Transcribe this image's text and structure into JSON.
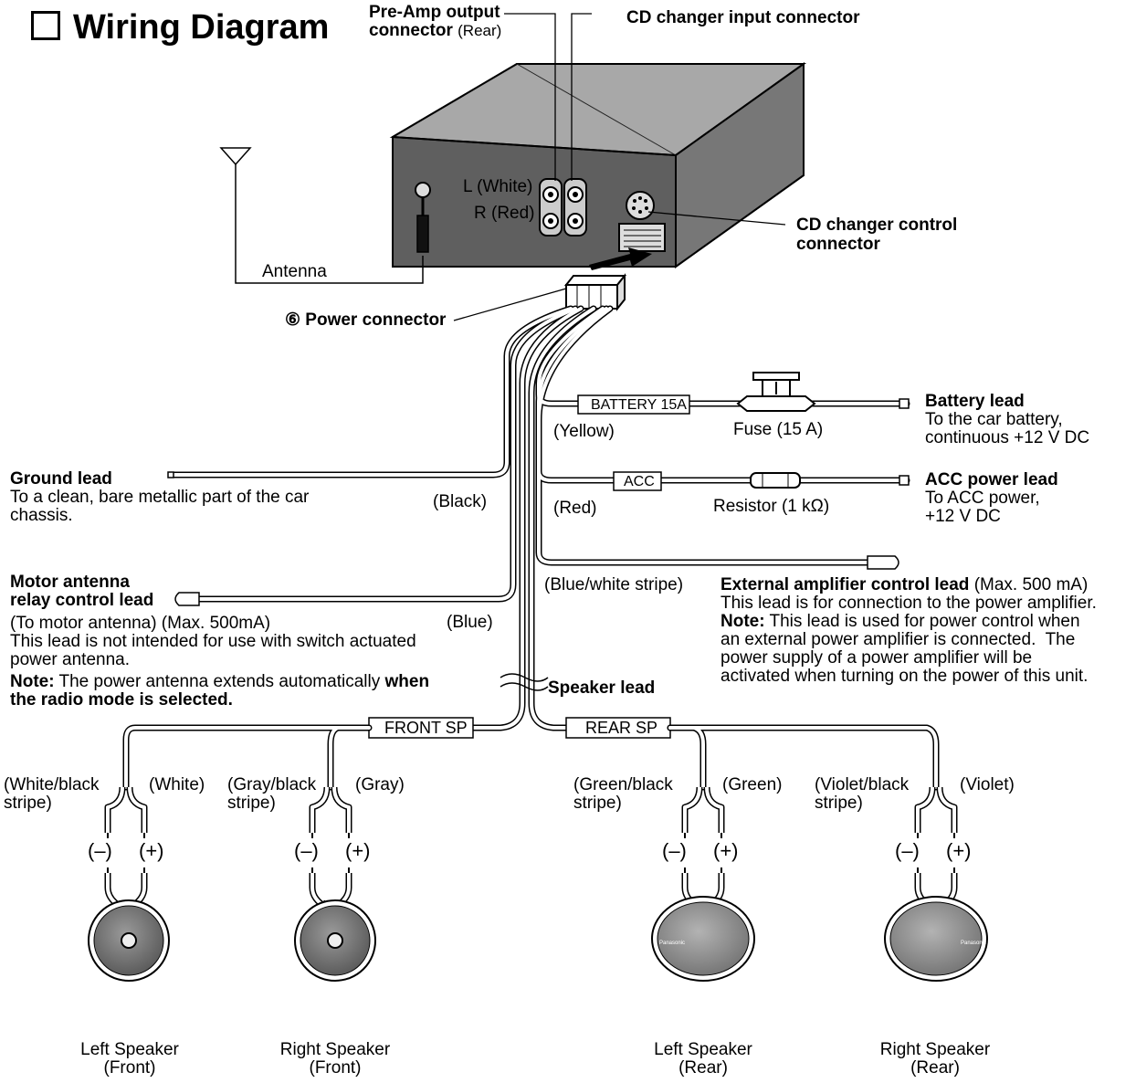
{
  "title": "Wiring Diagram",
  "unit": {
    "preamp_label": "Pre-Amp output",
    "preamp_label2": "connector",
    "preamp_rear": "(Rear)",
    "cd_input": "CD changer input connector",
    "l_white": "L (White)",
    "r_red": "R (Red)",
    "cd_control_1": "CD changer control",
    "cd_control_2": "connector",
    "antenna": "Antenna",
    "power_connector": "⑥ Power connector"
  },
  "leads": {
    "battery_tag": "BATTERY 15A",
    "battery_color": "(Yellow)",
    "fuse": "Fuse (15 A)",
    "battery_name": "Battery lead",
    "battery_desc": [
      "To the car battery,",
      "continuous +12 V DC"
    ],
    "acc_tag": "ACC",
    "acc_color": "(Red)",
    "resistor": "Resistor (1 kΩ)",
    "acc_name": "ACC power lead",
    "acc_desc": [
      "To ACC power,",
      "+12 V DC"
    ],
    "ground_name": "Ground lead",
    "ground_desc": [
      "To a clean, bare metallic part of the car",
      "chassis."
    ],
    "ground_color": "(Black)",
    "motor_name": [
      "Motor antenna",
      "relay control lead"
    ],
    "motor_desc": [
      "(To motor antenna) (Max. 500mA)",
      "This lead is not intended for use with switch actuated",
      "power antenna."
    ],
    "motor_note_label": "Note:",
    "motor_note_text": " The power antenna extends automatically ",
    "motor_note_bold1": "when",
    "motor_note_bold2": "the radio mode is selected.",
    "motor_color": "(Blue)",
    "ext_color": "(Blue/white stripe)",
    "ext_name": "External amplifier control lead",
    "ext_max": " (Max. 500 mA)",
    "ext_desc1": "This lead is for connection to the power amplifier.",
    "ext_note_label": "Note:",
    "ext_note_text": " This lead is used for power control when",
    "ext_desc2": [
      "an external power amplifier is connected.  The",
      "power supply of a power amplifier will be",
      "activated when turning on the power of this unit."
    ],
    "speaker_lead": "Speaker lead",
    "front_sp": "FRONT SP",
    "rear_sp": "REAR SP"
  },
  "speakers": [
    {
      "neg_color": [
        "(White/black",
        "stripe)"
      ],
      "pos_color": "(White)",
      "name": [
        "Left Speaker",
        "(Front)"
      ]
    },
    {
      "neg_color": [
        "(Gray/black",
        "stripe)"
      ],
      "pos_color": "(Gray)",
      "name": [
        "Right Speaker",
        "(Front)"
      ]
    },
    {
      "neg_color": [
        "(Green/black",
        "stripe)"
      ],
      "pos_color": "(Green)",
      "name": [
        "Left Speaker",
        "(Rear)"
      ]
    },
    {
      "neg_color": [
        "(Violet/black",
        "stripe)"
      ],
      "pos_color": "(Violet)",
      "name": [
        "Right Speaker",
        "(Rear)"
      ]
    }
  ],
  "polarity": {
    "neg": "(–)",
    "pos": "(+)"
  },
  "brand_badge": "Panasonic",
  "colors": {
    "ink": "#000000",
    "speaker_round": "#6f6f6f",
    "speaker_oval": "#8a8a8a",
    "unit_top": "#a7a7a7",
    "unit_front": "#5e5e5e"
  }
}
